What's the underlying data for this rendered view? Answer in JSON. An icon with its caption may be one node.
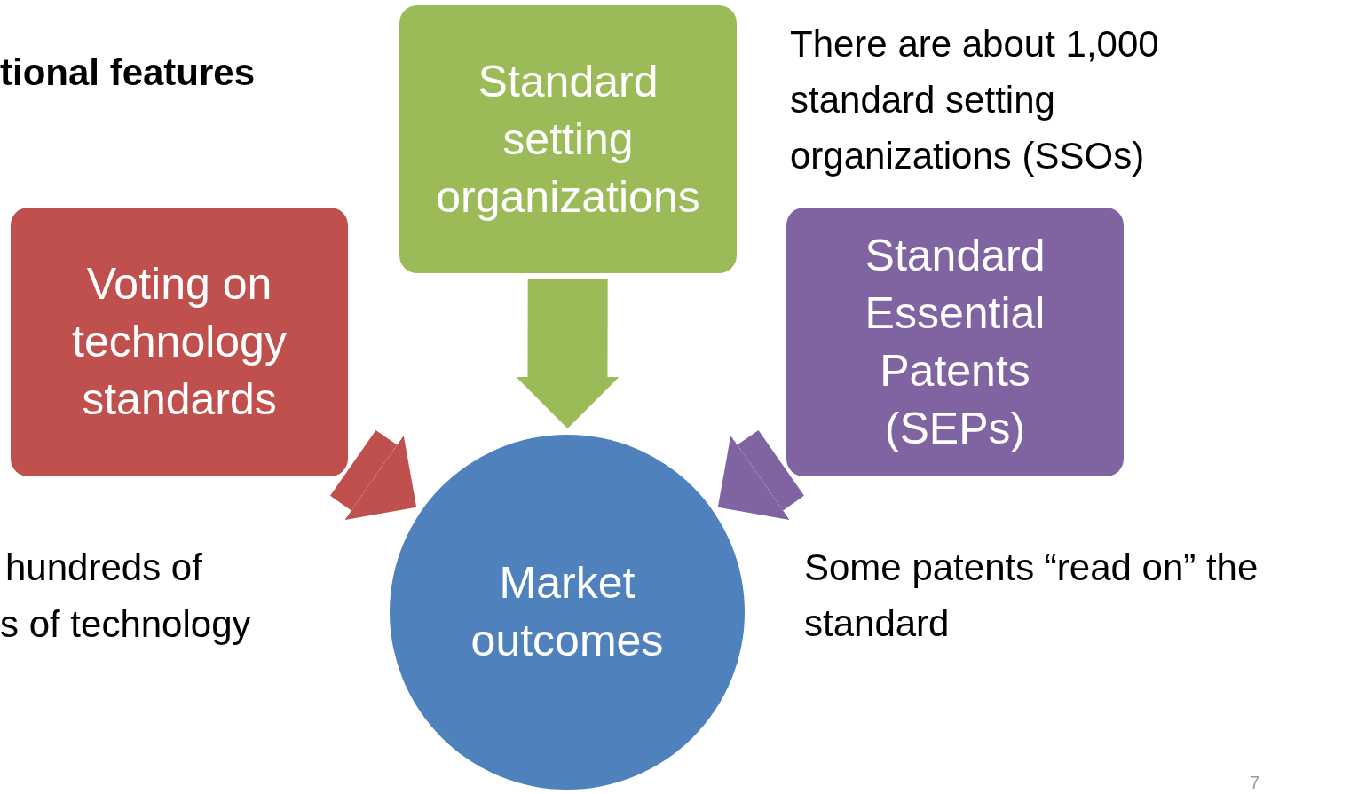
{
  "diagram": {
    "nodes": [
      {
        "text": [
          "Standard setting organizations"
        ]
      },
      {
        "text": [
          "Voting on technology standards"
        ]
      },
      {
        "text": [
          "Standard Essential Patents (SEPs)"
        ]
      },
      {
        "text": [
          "Market outcomes"
        ]
      }
    ],
    "edges": [
      {
        "from": 0,
        "to": 3,
        "arrow": "to",
        "color": "#9bbb59"
      },
      {
        "from": 1,
        "to": 3,
        "arrow": "to",
        "color": "#c0504d"
      },
      {
        "from": 2,
        "to": 3,
        "arrow": "to",
        "color": "#8064a2"
      }
    ],
    "labels": [
      "tional features",
      "There are about 1,000 standard setting organizations (SSOs)",
      "hundreds of",
      "s of technology",
      "Some patents “read on” the standard",
      "7"
    ]
  }
}
